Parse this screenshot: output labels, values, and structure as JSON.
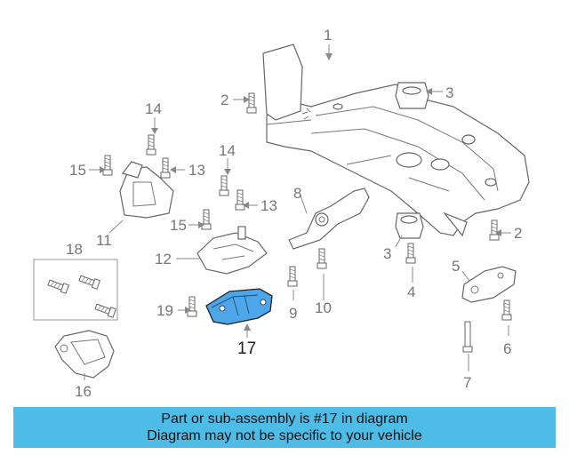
{
  "callouts": {
    "c1": "1",
    "c2a": "2",
    "c2b": "2",
    "c3a": "3",
    "c3b": "3",
    "c4": "4",
    "c5": "5",
    "c6": "6",
    "c7": "7",
    "c8": "8",
    "c9": "9",
    "c10": "10",
    "c11": "11",
    "c12": "12",
    "c13a": "13",
    "c13b": "13",
    "c14a": "14",
    "c14b": "14",
    "c15a": "15",
    "c15b": "15",
    "c16": "16",
    "c17": "17",
    "c18": "18",
    "c19": "19"
  },
  "highlight": {
    "part": "17",
    "color": "#4da6e8"
  },
  "banner": {
    "line1": "Part or sub-assembly is #17 in diagram",
    "line2": "Diagram may not be specific to your vehicle",
    "color": "#4dbde8"
  }
}
